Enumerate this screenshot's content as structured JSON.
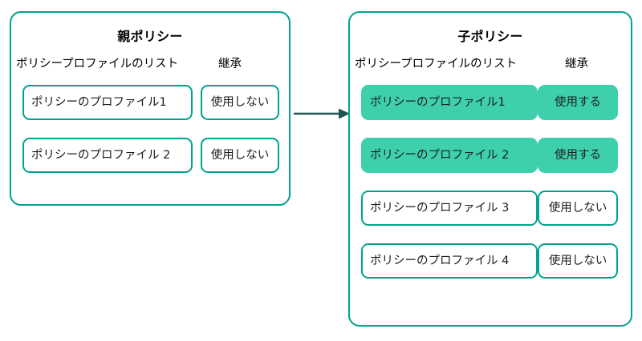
{
  "colors": {
    "background": "#ffffff",
    "panel_border": "#00a38c",
    "chip_border": "#00a38c",
    "chip_fill_active": "#3ecfad",
    "text": "#000000",
    "arrow": "#1f5450"
  },
  "diagram": {
    "type": "inheritance-flow",
    "arrow_label": ""
  },
  "parent_panel": {
    "title": "親ポリシー",
    "headers": {
      "list": "ポリシープロファイルのリスト",
      "inherit": "継承"
    },
    "rows": [
      {
        "profile": "ポリシーのプロファイル1",
        "inherit": "使用しない",
        "active": false
      },
      {
        "profile": "ポリシーのプロファイル 2",
        "inherit": "使用しない",
        "active": false
      }
    ]
  },
  "child_panel": {
    "title": "子ポリシー",
    "headers": {
      "list": "ポリシープロファイルのリスト",
      "inherit": "継承"
    },
    "rows": [
      {
        "profile": "ポリシーのプロファイル1",
        "inherit": "使用する",
        "active": true
      },
      {
        "profile": "ポリシーのプロファイル 2",
        "inherit": "使用する",
        "active": true
      },
      {
        "profile": "ポリシーのプロファイル 3",
        "inherit": "使用しない",
        "active": false
      },
      {
        "profile": "ポリシーのプロファイル 4",
        "inherit": "使用しない",
        "active": false
      }
    ]
  }
}
